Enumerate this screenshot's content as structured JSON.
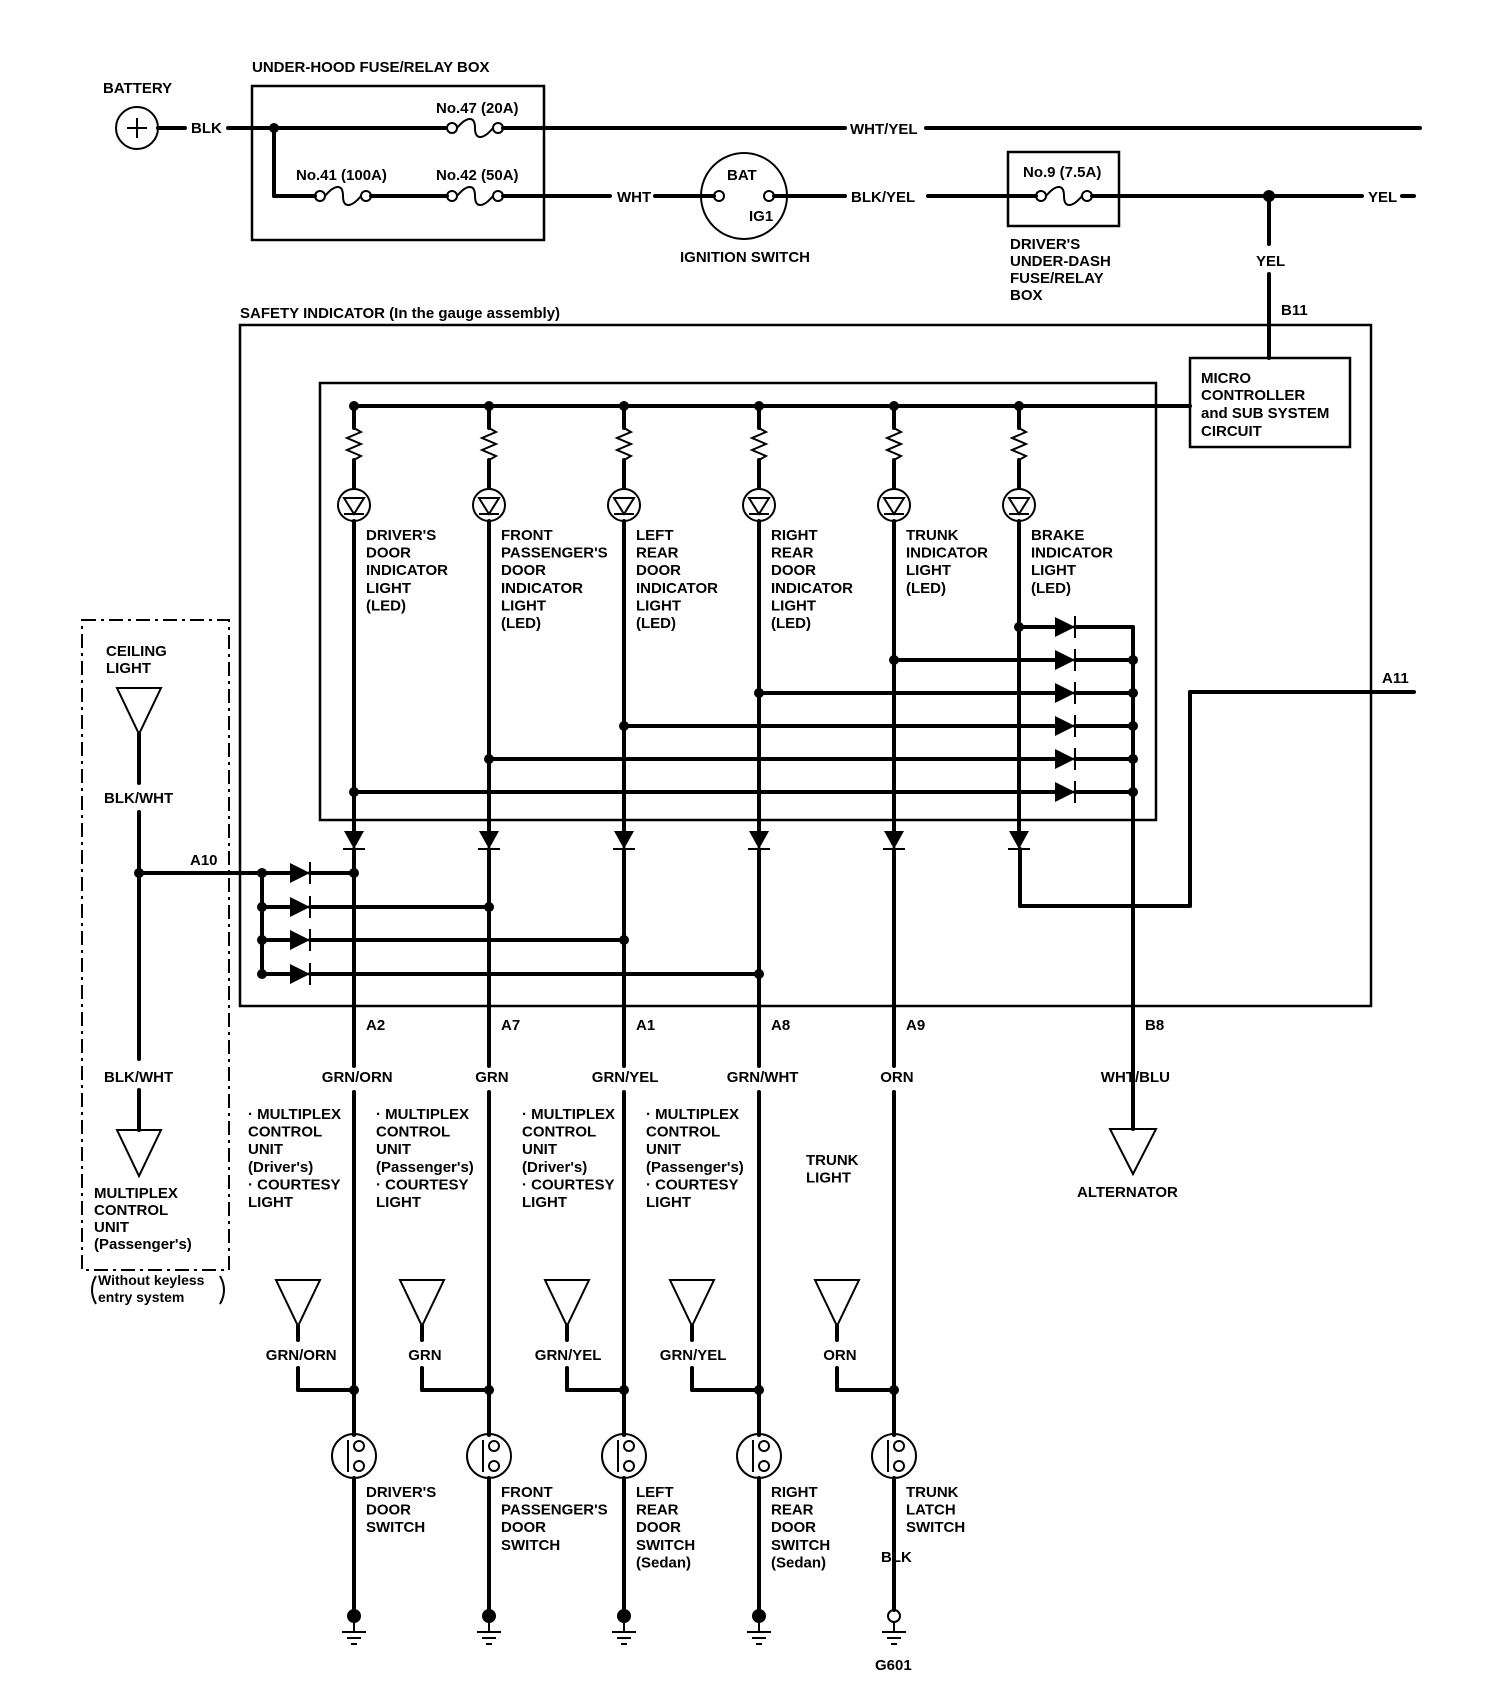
{
  "power": {
    "battery": "BATTERY",
    "blk": "BLK",
    "fuse_box": "UNDER-HOOD FUSE/RELAY BOX",
    "fuse47": "No.47 (20A)",
    "fuse41": "No.41 (100A)",
    "fuse42": "No.42 (50A)",
    "wht_yel": "WHT/YEL",
    "wht": "WHT",
    "bat": "BAT",
    "ig1": "IG1",
    "ignition": "IGNITION SWITCH",
    "blk_yel": "BLK/YEL",
    "fuse9": "No.9 (7.5A)",
    "yel_right": "YEL",
    "yel_down": "YEL",
    "under_dash": [
      "DRIVER'S",
      "UNDER-DASH",
      "FUSE/RELAY",
      "BOX"
    ]
  },
  "indicator": {
    "title": "SAFETY INDICATOR (In the gauge assembly)",
    "b11": "B11",
    "micro": [
      "MICRO",
      "CONTROLLER",
      "and SUB SYSTEM",
      "CIRCUIT"
    ],
    "a11": "A11",
    "a10": "A10",
    "leds": [
      [
        "DRIVER'S",
        "DOOR",
        "INDICATOR",
        "LIGHT",
        "(LED)"
      ],
      [
        "FRONT",
        "PASSENGER'S",
        "DOOR",
        "INDICATOR",
        "LIGHT",
        "(LED)"
      ],
      [
        "LEFT",
        "REAR",
        "DOOR",
        "INDICATOR",
        "LIGHT",
        "(LED)"
      ],
      [
        "RIGHT",
        "REAR",
        "DOOR",
        "INDICATOR",
        "LIGHT",
        "(LED)"
      ],
      [
        "TRUNK",
        "INDICATOR",
        "LIGHT",
        "(LED)"
      ],
      [
        "BRAKE",
        "INDICATOR",
        "LIGHT",
        "(LED)"
      ]
    ],
    "pins": [
      "A2",
      "A7",
      "A1",
      "A8",
      "A9",
      "B8"
    ],
    "wires": [
      "GRN/ORN",
      "GRN",
      "GRN/YEL",
      "GRN/WHT",
      "ORN",
      "WHT/BLU"
    ]
  },
  "ceiling": {
    "title": [
      "CEILING",
      "LIGHT"
    ],
    "wire1": "BLK/WHT",
    "wire2": "BLK/WHT",
    "unit": [
      "MULTIPLEX",
      "CONTROL",
      "UNIT",
      "(Passenger's)"
    ],
    "note": [
      "Without keyless",
      "entry system"
    ]
  },
  "alternator": "ALTERNATOR",
  "loads": [
    [
      "· MULTIPLEX",
      "CONTROL",
      "UNIT",
      "(Driver's)",
      "· COURTESY",
      "LIGHT"
    ],
    [
      "· MULTIPLEX",
      "CONTROL",
      "UNIT",
      "(Passenger's)",
      "· COURTESY",
      "LIGHT"
    ],
    [
      "· MULTIPLEX",
      "CONTROL",
      "UNIT",
      "(Driver's)",
      "· COURTESY",
      "LIGHT"
    ],
    [
      "· MULTIPLEX",
      "CONTROL",
      "UNIT",
      "(Passenger's)",
      "· COURTESY",
      "LIGHT"
    ],
    [
      "TRUNK",
      "LIGHT"
    ]
  ],
  "load_wires": [
    "GRN/ORN",
    "GRN",
    "GRN/YEL",
    "GRN/YEL",
    "ORN"
  ],
  "switches": [
    [
      "DRIVER'S",
      "DOOR",
      "SWITCH"
    ],
    [
      "FRONT",
      "PASSENGER'S",
      "DOOR",
      "SWITCH"
    ],
    [
      "LEFT",
      "REAR",
      "DOOR",
      "SWITCH",
      "(Sedan)"
    ],
    [
      "RIGHT",
      "REAR",
      "DOOR",
      "SWITCH",
      "(Sedan)"
    ],
    [
      "TRUNK",
      "LATCH",
      "SWITCH"
    ]
  ],
  "ground": {
    "blk": "BLK",
    "g601": "G601"
  }
}
